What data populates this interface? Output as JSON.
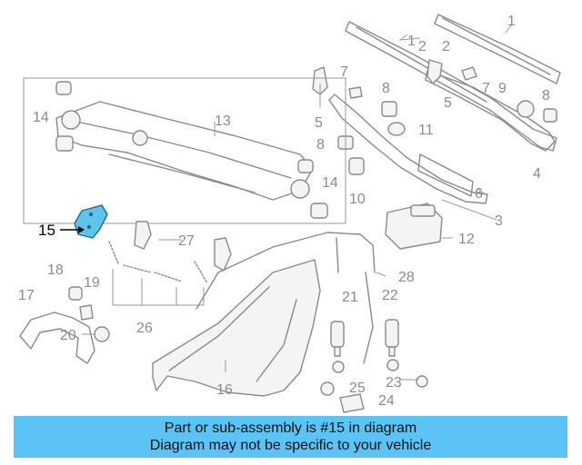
{
  "diagram": {
    "highlighted_part": "15",
    "callouts": [
      "1",
      "2",
      "1",
      "2",
      "7",
      "7",
      "9",
      "8",
      "8",
      "5",
      "5",
      "8",
      "11",
      "4",
      "6",
      "3",
      "12",
      "13",
      "14",
      "14",
      "10",
      "5",
      "8",
      "15",
      "27",
      "17",
      "18",
      "19",
      "20",
      "26",
      "21",
      "22",
      "28",
      "16",
      "25",
      "23",
      "24"
    ]
  },
  "banner": {
    "line1": "Part or sub-assembly is #15 in diagram",
    "line2": "Diagram may not be specific to your vehicle"
  },
  "colors": {
    "banner_bg": "#5bc3f6",
    "highlight_fill": "#5fc4ec",
    "line_art": "#8a8a8a"
  }
}
